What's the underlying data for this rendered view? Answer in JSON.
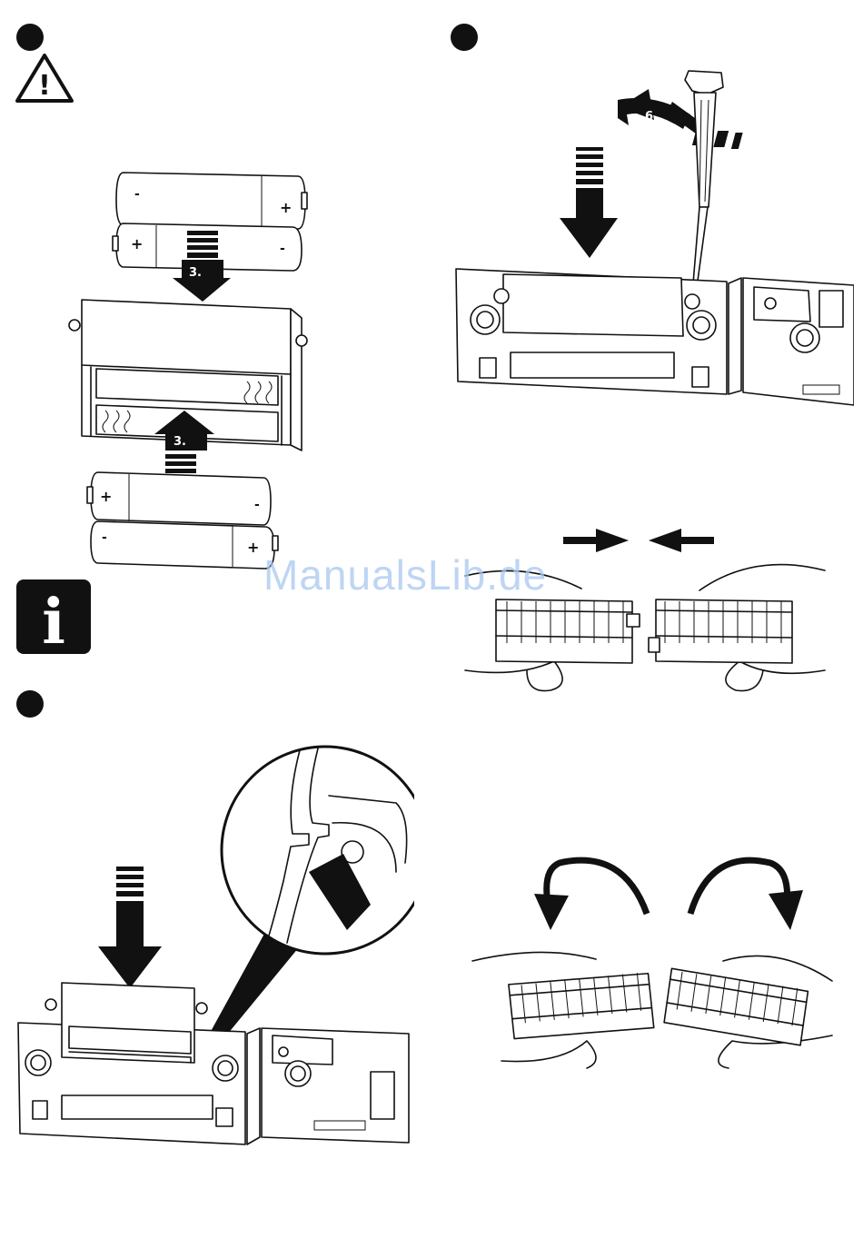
{
  "steps": {
    "top_left": {
      "arrow_label_top": "3.",
      "arrow_label_bottom": "3."
    },
    "top_right": {
      "arrow_label": "6."
    }
  },
  "batteries": {
    "plus": "+",
    "minus": "-"
  },
  "icons": {
    "warning": "warning-triangle-icon",
    "info": "info-icon",
    "info_glyph": "i",
    "warning_glyph": "!"
  },
  "watermark": "ManualsLib.de",
  "colors": {
    "ink": "#111111",
    "watermark": "#a9c8f0"
  }
}
